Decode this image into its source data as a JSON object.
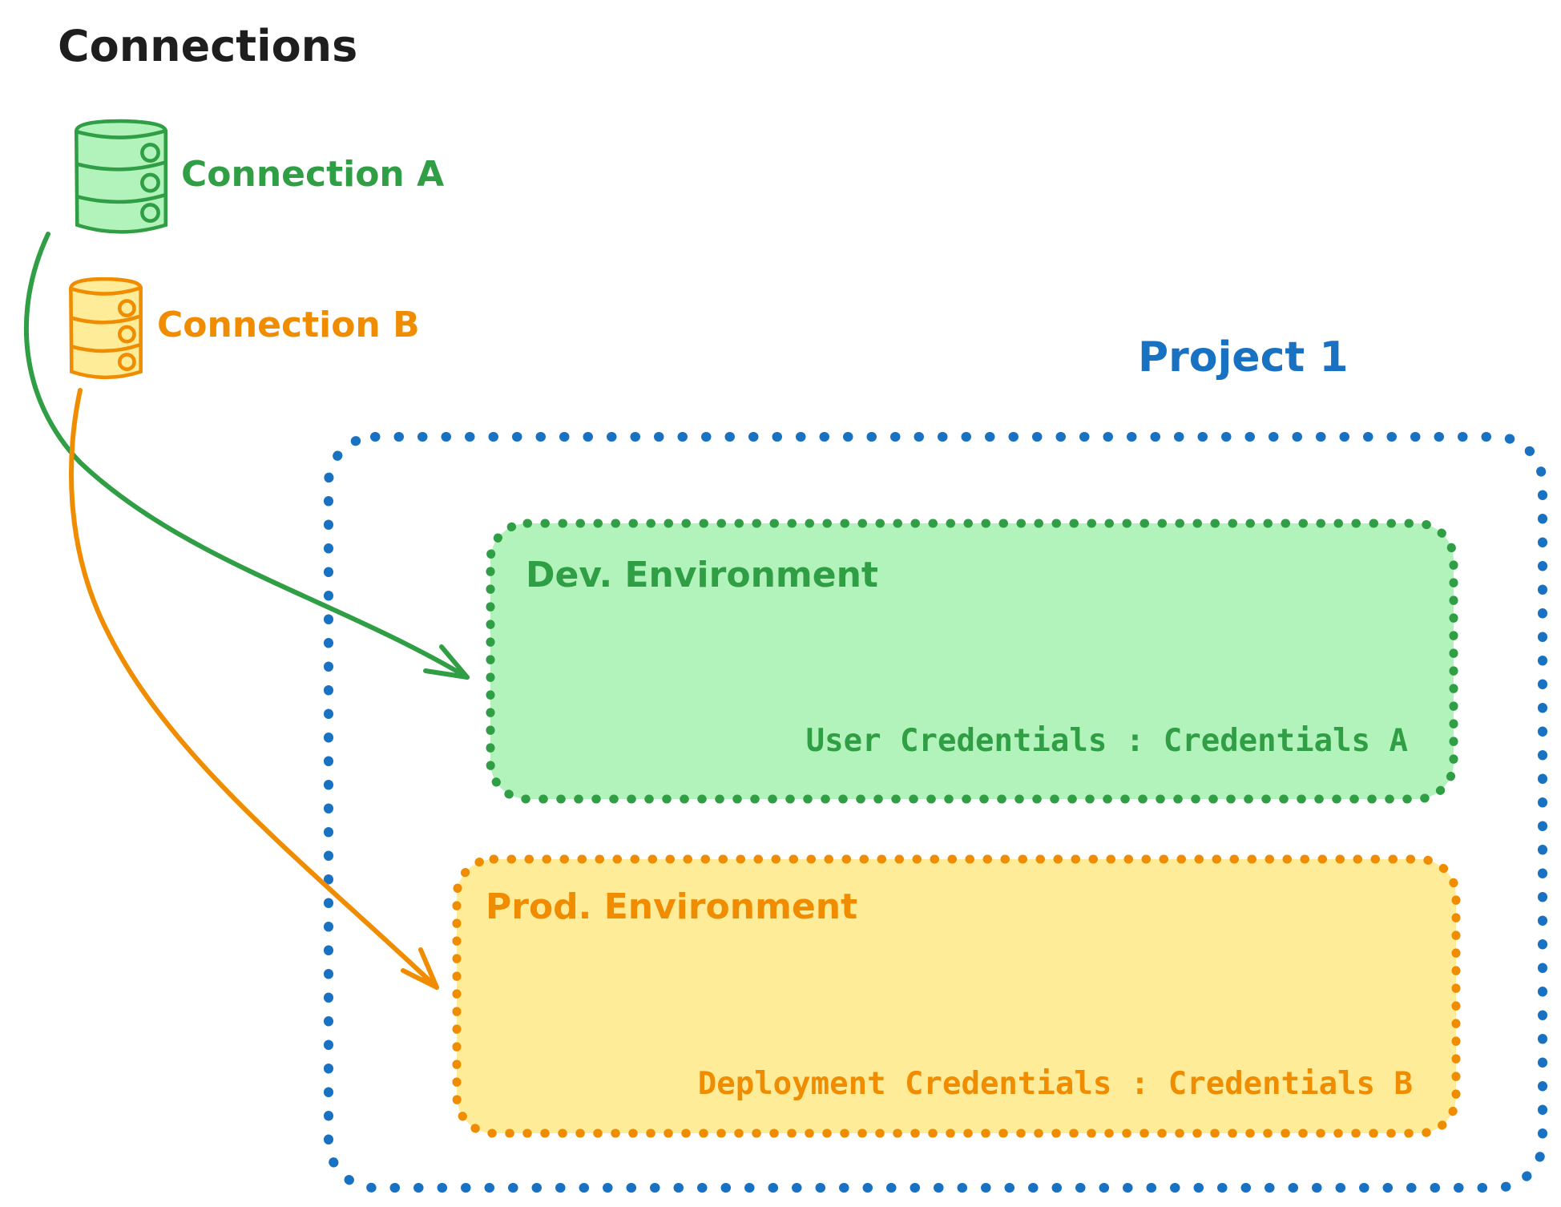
{
  "palette": {
    "ink": "#1e1e1e",
    "green": "#2f9e44",
    "green_fill": "#b2f2bb",
    "orange": "#f08c00",
    "orange_fill": "#ffec99",
    "blue": "#1971c2",
    "background": "#ffffff"
  },
  "header": {
    "title": "Connections"
  },
  "connections": [
    {
      "label": "Connection A",
      "icon": "database-cylinder-icon",
      "color": "#2f9e44"
    },
    {
      "label": "Connection B",
      "icon": "database-cylinder-icon",
      "color": "#f08c00"
    }
  ],
  "project": {
    "label": "Project 1",
    "environments": [
      {
        "name": "Dev. Environment",
        "credentials": "User Credentials : Credentials A"
      },
      {
        "name": "Prod. Environment",
        "credentials": "Deployment Credentials : Credentials B"
      }
    ]
  }
}
